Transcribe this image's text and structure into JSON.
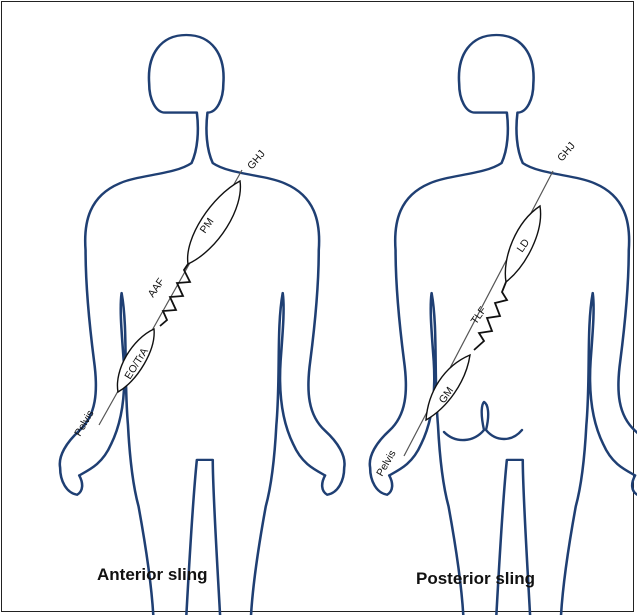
{
  "diagram": {
    "left_figure": {
      "caption": "Anterior sling",
      "labels": {
        "top": "GHJ",
        "upper_muscle": "PM",
        "fascia": "AAF",
        "lower_muscle": "EO/TrA",
        "bottom": "Pelvis"
      }
    },
    "right_figure": {
      "caption": "Posterior sling",
      "labels": {
        "top": "GHJ",
        "upper_muscle": "LD",
        "fascia": "TLF",
        "lower_muscle": "GM",
        "bottom": "Pelvis"
      }
    },
    "colors": {
      "outline": "#1f3f73",
      "line": "#555555",
      "text": "#111111"
    }
  }
}
